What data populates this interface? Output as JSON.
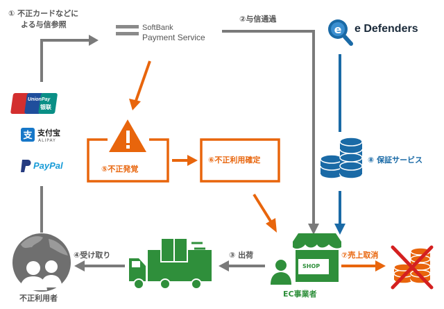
{
  "colors": {
    "gray": "#7a7a7a",
    "orange": "#e8650c",
    "blue": "#1a6aa6",
    "green": "#2f8f3b",
    "darkgray": "#555555",
    "red": "#d42020"
  },
  "steps": {
    "s1_line1": "① 不正カードなどに",
    "s1_line2": "よる与信参照",
    "s2": "②与信通過",
    "s3": "③ 出荷",
    "s4": "④受け取り",
    "s5": "⑤不正発覚",
    "s6": "⑥不正利用確定",
    "s7": "⑦売上取消",
    "s8": "⑧ 保証サービス"
  },
  "entities": {
    "softbank_top": "SoftBank",
    "softbank_bottom": "Payment Service",
    "edefenders": "e Defenders",
    "ec_shop": "EC事業者",
    "shop_sign": "SHOP",
    "fraud_user": "不正利用者"
  },
  "payment_logos": {
    "unionpay_top": "UnionPay",
    "unionpay_bottom": "银联",
    "alipay_name": "支付宝",
    "alipay_sub": "ALIPAY",
    "paypal": "PayPal"
  },
  "icons": [
    "warning-icon",
    "coins-icon",
    "truck-icon",
    "shop-icon",
    "fraud-user-icon",
    "canceled-coins-icon",
    "magnifier-e-icon"
  ]
}
